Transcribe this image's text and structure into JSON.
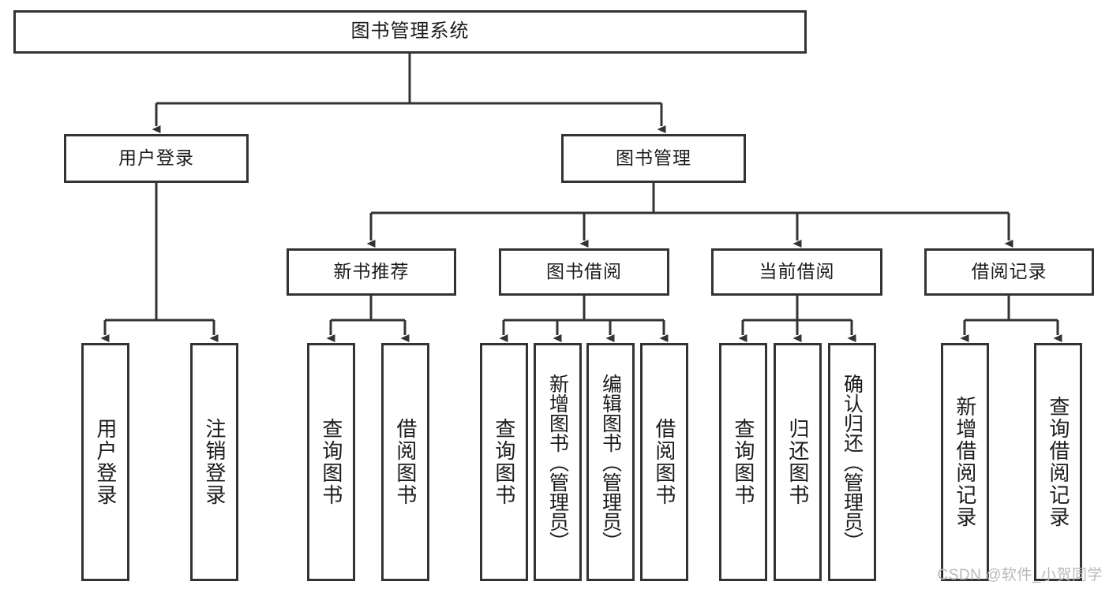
{
  "diagram": {
    "title": "图书管理系统",
    "type": "tree",
    "stroke_color": "#333333",
    "fill_color": "#ffffff",
    "text_color": "#1b1b1b"
  },
  "root": {
    "label": "图书管理系统"
  },
  "level2": [
    {
      "label": "用户登录"
    },
    {
      "label": "图书管理"
    }
  ],
  "level3": [
    {
      "label": "新书推荐"
    },
    {
      "label": "图书借阅"
    },
    {
      "label": "当前借阅"
    },
    {
      "label": "借阅记录"
    }
  ],
  "leaves": {
    "user_login": [
      {
        "label": "用户登录"
      },
      {
        "label": "注销登录"
      }
    ],
    "new_book_recommend": [
      {
        "label": "查询图书"
      },
      {
        "label": "借阅图书"
      }
    ],
    "book_borrow": [
      {
        "label": "查询图书"
      },
      {
        "label": "新增图书（管理员）"
      },
      {
        "label": "编辑图书（管理员）"
      },
      {
        "label": "借阅图书"
      }
    ],
    "current_borrow": [
      {
        "label": "查询图书"
      },
      {
        "label": "归还图书"
      },
      {
        "label": "确认归还（管理员）"
      }
    ],
    "borrow_record": [
      {
        "label": "新增借阅记录"
      },
      {
        "label": "查询借阅记录"
      }
    ]
  },
  "watermark": {
    "text": "CSDN @软件_小贺同学"
  }
}
